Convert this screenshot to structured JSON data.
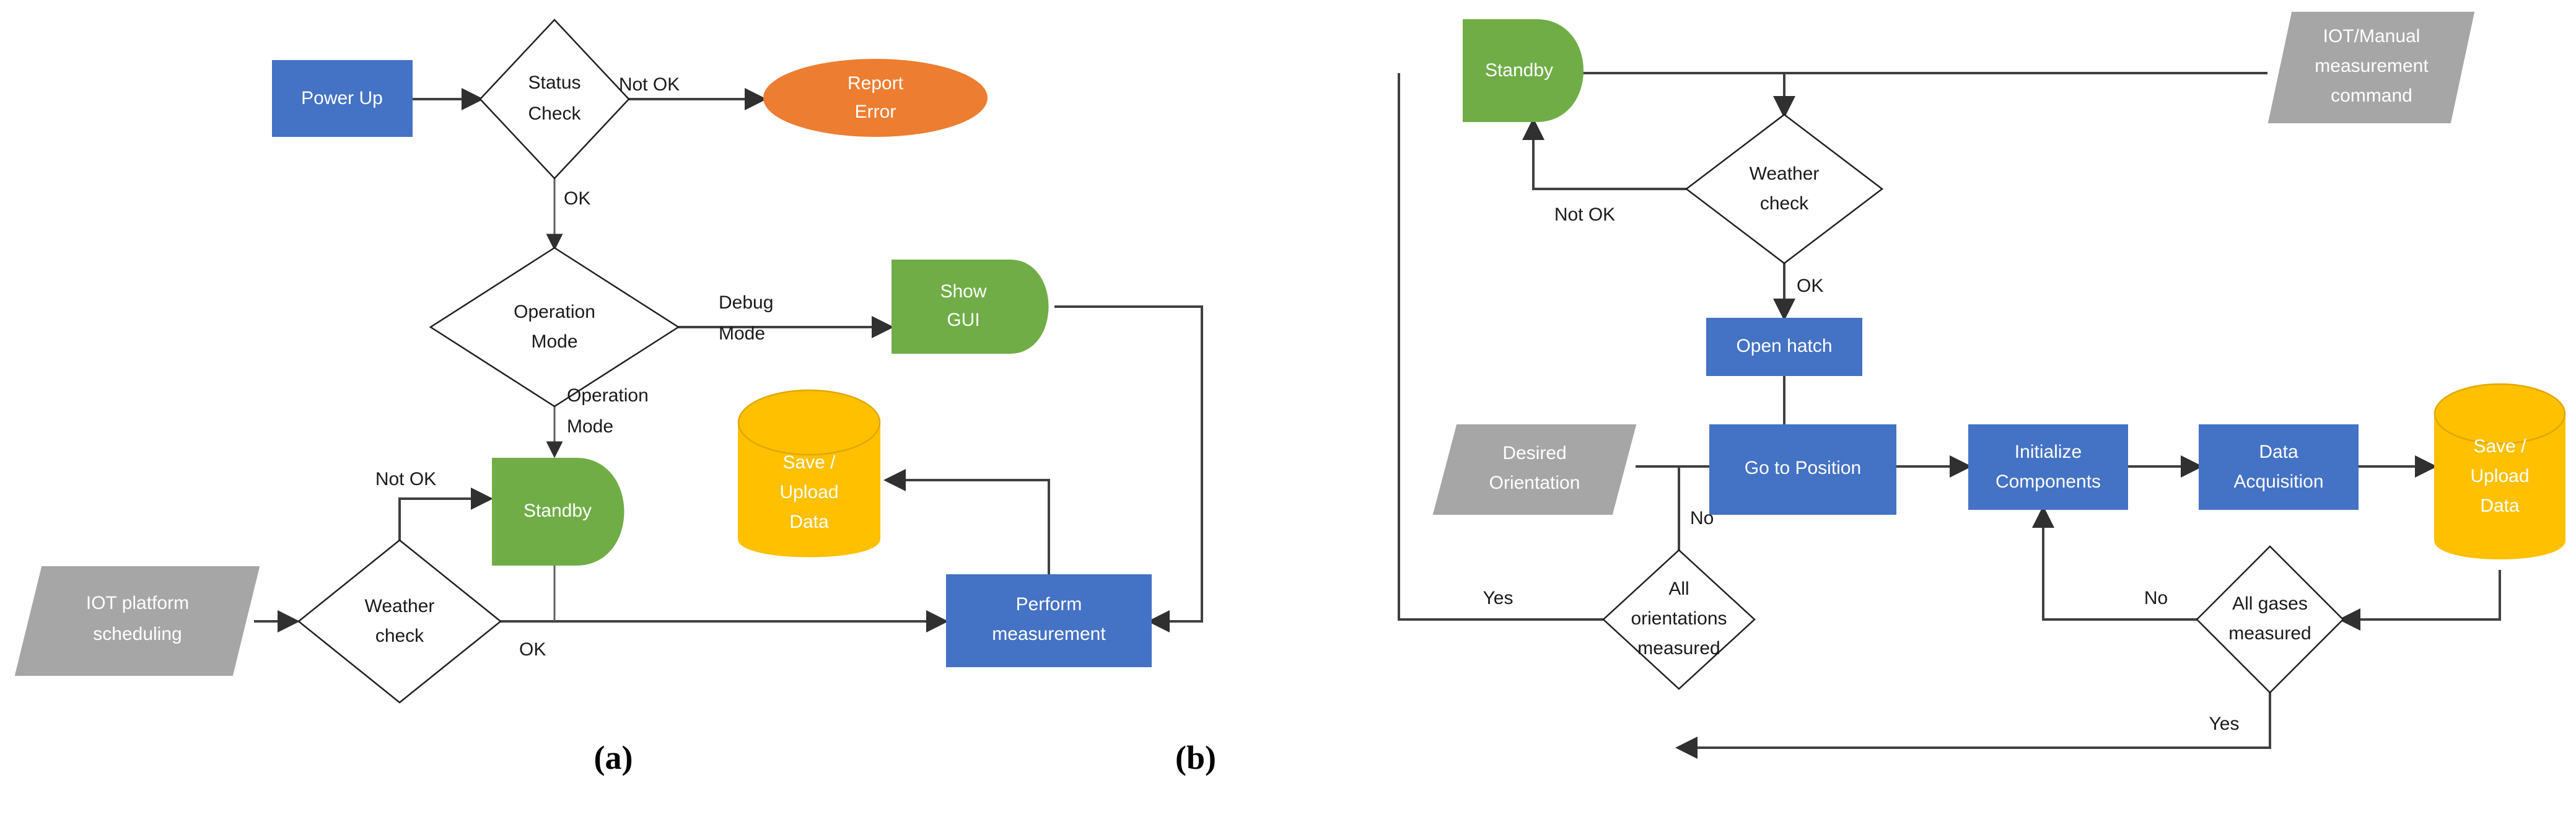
{
  "figure": {
    "background_color": "#ffffff",
    "panels": [
      {
        "id": "a",
        "caption": "(a)"
      },
      {
        "id": "b",
        "caption": "(b)"
      }
    ]
  },
  "colors": {
    "blue": "#4472C4",
    "green": "#70AD47",
    "orange": "#ED7D31",
    "yellow": "#FFC000",
    "gray": "#A6A6A6",
    "white": "#FFFFFF",
    "outline": "#202020",
    "connector": "#404040",
    "text_on_fill": "#FFFFFF",
    "text_on_white": "#1A1A1A"
  },
  "panel_a": {
    "caption": "(a)",
    "nodes": [
      {
        "id": "power-up",
        "label": "Power Up",
        "shape": "process",
        "color": "#4472C4"
      },
      {
        "id": "status-check",
        "label": "Status\nCheck",
        "shape": "decision",
        "color": "#FFFFFF"
      },
      {
        "id": "report-error",
        "label": "Report\nError",
        "shape": "ellipse",
        "color": "#ED7D31"
      },
      {
        "id": "operation-mode",
        "label": "Operation\nMode",
        "shape": "decision",
        "color": "#FFFFFF"
      },
      {
        "id": "show-gui",
        "label": "Show\nGUI",
        "shape": "display",
        "color": "#70AD47"
      },
      {
        "id": "standby",
        "label": "Standby",
        "shape": "display",
        "color": "#70AD47"
      },
      {
        "id": "save-upload-data",
        "label": "Save /\nUpload\nData",
        "shape": "cylinder",
        "color": "#FFC000"
      },
      {
        "id": "iot-platform",
        "label": "IOT platform\nscheduling",
        "shape": "parallelogram",
        "color": "#A6A6A6"
      },
      {
        "id": "weather-check",
        "label": "Weather\ncheck",
        "shape": "decision",
        "color": "#FFFFFF"
      },
      {
        "id": "perform-measurement",
        "label": "Perform\nmeasurement",
        "shape": "process",
        "color": "#4472C4"
      }
    ],
    "node_text": {
      "power_up": "Power Up",
      "status_check_line1": "Status",
      "status_check_line2": "Check",
      "report_error_line1": "Report",
      "report_error_line2": "Error",
      "operation_mode_line1": "Operation",
      "operation_mode_line2": "Mode",
      "show_gui_line1": "Show",
      "show_gui_line2": "GUI",
      "standby": "Standby",
      "save_upload_line1": "Save /",
      "save_upload_line2": "Upload",
      "save_upload_line3": "Data",
      "iot_platform_line1": "IOT platform",
      "iot_platform_line2": "scheduling",
      "weather_check_line1": "Weather",
      "weather_check_line2": "check",
      "perform_measurement_line1": "Perform",
      "perform_measurement_line2": "measurement"
    },
    "edge_labels": {
      "status_not_ok": "Not OK",
      "status_ok": "OK",
      "opmode_debug_line1": "Debug",
      "opmode_debug_line2": "Mode",
      "opmode_operation_line1": "Operation",
      "opmode_operation_line2": "Mode",
      "weather_not_ok": "Not OK",
      "weather_ok": "OK"
    },
    "edges": [
      {
        "from": "power-up",
        "to": "status-check",
        "label": ""
      },
      {
        "from": "status-check",
        "to": "report-error",
        "label": "Not OK"
      },
      {
        "from": "status-check",
        "to": "operation-mode",
        "label": "OK"
      },
      {
        "from": "operation-mode",
        "to": "show-gui",
        "label": "Debug Mode"
      },
      {
        "from": "operation-mode",
        "to": "standby",
        "label": "Operation Mode"
      },
      {
        "from": "iot-platform",
        "to": "weather-check",
        "label": ""
      },
      {
        "from": "weather-check",
        "to": "standby",
        "label": "Not OK"
      },
      {
        "from": "weather-check",
        "to": "perform-measurement",
        "label": "OK"
      },
      {
        "from": "standby",
        "to": "perform-measurement",
        "label": ""
      },
      {
        "from": "perform-measurement",
        "to": "save-upload-data",
        "label": ""
      },
      {
        "from": "show-gui",
        "to": "perform-measurement",
        "label": ""
      }
    ]
  },
  "panel_b": {
    "caption": "(b)",
    "nodes": [
      {
        "id": "standby",
        "label": "Standby",
        "shape": "display",
        "color": "#70AD47"
      },
      {
        "id": "iot-manual-command",
        "label": "IOT/Manual\nmeasurement\ncommand",
        "shape": "parallelogram",
        "color": "#A6A6A6"
      },
      {
        "id": "weather-check",
        "label": "Weather\ncheck",
        "shape": "decision",
        "color": "#FFFFFF"
      },
      {
        "id": "open-hatch",
        "label": "Open hatch",
        "shape": "process",
        "color": "#4472C4"
      },
      {
        "id": "desired-orientation",
        "label": "Desired\nOrientation",
        "shape": "parallelogram",
        "color": "#A6A6A6"
      },
      {
        "id": "go-to-position",
        "label": "Go to Position",
        "shape": "process",
        "color": "#4472C4"
      },
      {
        "id": "initialize-components",
        "label": "Initialize\nComponents",
        "shape": "process",
        "color": "#4472C4"
      },
      {
        "id": "data-acquisition",
        "label": "Data\nAcquisition",
        "shape": "process",
        "color": "#4472C4"
      },
      {
        "id": "save-upload-data",
        "label": "Save /\nUpload\nData",
        "shape": "cylinder",
        "color": "#FFC000"
      },
      {
        "id": "all-orientations",
        "label": "All\norientations\nmeasured",
        "shape": "decision",
        "color": "#FFFFFF"
      },
      {
        "id": "all-gases",
        "label": "All gases\nmeasured",
        "shape": "decision",
        "color": "#FFFFFF"
      }
    ],
    "node_text": {
      "standby": "Standby",
      "iot_manual_line1": "IOT/Manual",
      "iot_manual_line2": "measurement",
      "iot_manual_line3": "command",
      "weather_check_line1": "Weather",
      "weather_check_line2": "check",
      "open_hatch": "Open hatch",
      "desired_orientation_line1": "Desired",
      "desired_orientation_line2": "Orientation",
      "go_to_position": "Go to Position",
      "initialize_components_line1": "Initialize",
      "initialize_components_line2": "Components",
      "data_acquisition_line1": "Data",
      "data_acquisition_line2": "Acquisition",
      "save_upload_line1": "Save /",
      "save_upload_line2": "Upload",
      "save_upload_line3": "Data",
      "all_orientations_line1": "All",
      "all_orientations_line2": "orientations",
      "all_orientations_line3": "measured",
      "all_gases_line1": "All gases",
      "all_gases_line2": "measured"
    },
    "edge_labels": {
      "weather_not_ok": "Not OK",
      "weather_ok": "OK",
      "orientations_no": "No",
      "orientations_yes": "Yes",
      "gases_no": "No",
      "gases_yes": "Yes"
    },
    "edges": [
      {
        "from": "iot-manual-command",
        "to": "standby",
        "label": ""
      },
      {
        "from": "standby",
        "to": "weather-check",
        "label": ""
      },
      {
        "from": "weather-check",
        "to": "standby",
        "label": "Not OK"
      },
      {
        "from": "weather-check",
        "to": "open-hatch",
        "label": "OK"
      },
      {
        "from": "open-hatch",
        "to": "go-to-position",
        "label": ""
      },
      {
        "from": "desired-orientation",
        "to": "go-to-position",
        "label": ""
      },
      {
        "from": "go-to-position",
        "to": "initialize-components",
        "label": ""
      },
      {
        "from": "initialize-components",
        "to": "data-acquisition",
        "label": ""
      },
      {
        "from": "data-acquisition",
        "to": "save-upload-data",
        "label": ""
      },
      {
        "from": "save-upload-data",
        "to": "all-gases",
        "label": ""
      },
      {
        "from": "all-gases",
        "to": "initialize-components",
        "label": "No"
      },
      {
        "from": "all-gases",
        "to": "all-orientations",
        "label": "Yes"
      },
      {
        "from": "all-orientations",
        "to": "go-to-position",
        "label": "No"
      },
      {
        "from": "all-orientations",
        "to": "standby",
        "label": "Yes"
      }
    ]
  }
}
